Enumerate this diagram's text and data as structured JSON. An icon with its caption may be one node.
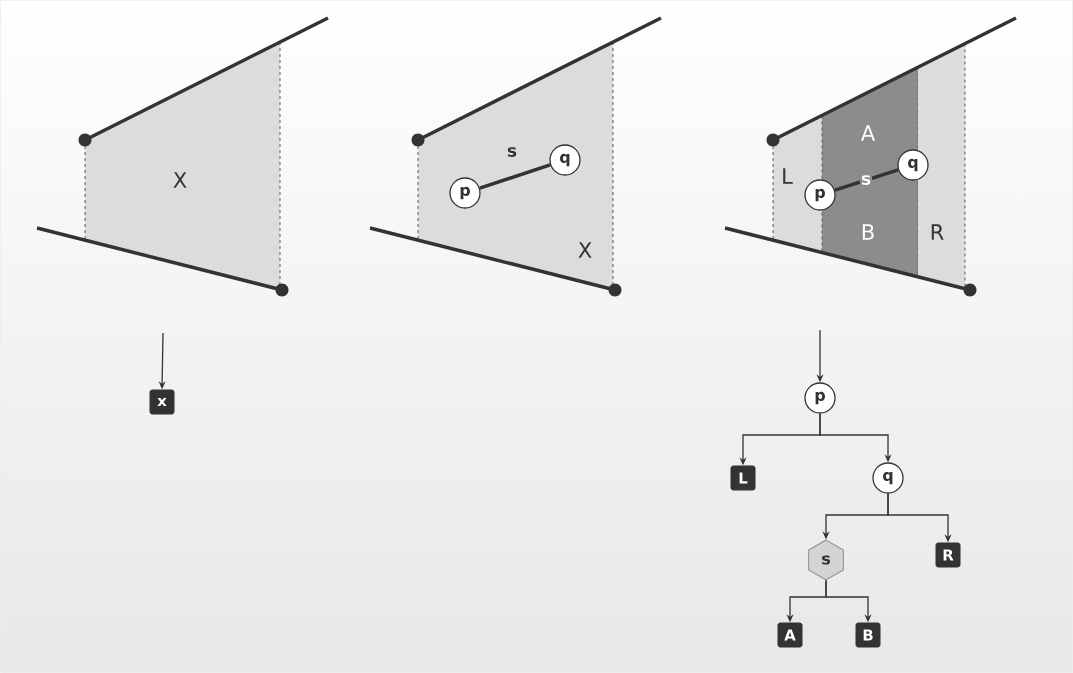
{
  "diagram": {
    "nodes": [
      {
        "text": [
          "X"
        ]
      },
      {
        "text": [
          "X"
        ]
      },
      {
        "text": [
          "p"
        ],
        "in": 1
      },
      {
        "text": [
          "q"
        ],
        "in": 1
      },
      {
        "text": [
          "L"
        ]
      },
      {
        "text": [
          "A"
        ]
      },
      {
        "text": [
          "B"
        ]
      },
      {
        "text": [
          "R"
        ]
      },
      {
        "text": [
          "p"
        ]
      },
      {
        "text": [
          "q"
        ]
      },
      {
        "text": [
          "x"
        ]
      },
      {
        "text": [
          "p"
        ]
      },
      {
        "text": [
          "L"
        ]
      },
      {
        "text": [
          "q"
        ]
      },
      {
        "text": [
          "s"
        ]
      },
      {
        "text": [
          "R"
        ]
      },
      {
        "text": [
          "A"
        ]
      },
      {
        "text": [
          "B"
        ]
      }
    ],
    "edges": [
      {
        "from": 2,
        "to": 3,
        "arrow": "none",
        "label": "s",
        "style": "thick"
      },
      {
        "from": 8,
        "to": 9,
        "arrow": "none",
        "label": "s",
        "style": "thick"
      },
      {
        "from": null,
        "to": 10,
        "arrow": "to"
      },
      {
        "from": null,
        "to": 11,
        "arrow": "to"
      },
      {
        "from": 11,
        "to": 12,
        "arrow": "to"
      },
      {
        "from": 11,
        "to": 13,
        "arrow": "to"
      },
      {
        "from": 13,
        "to": 14,
        "arrow": "to"
      },
      {
        "from": 13,
        "to": 15,
        "arrow": "to"
      },
      {
        "from": 14,
        "to": 16,
        "arrow": "to"
      },
      {
        "from": 14,
        "to": 17,
        "arrow": "to"
      }
    ]
  }
}
